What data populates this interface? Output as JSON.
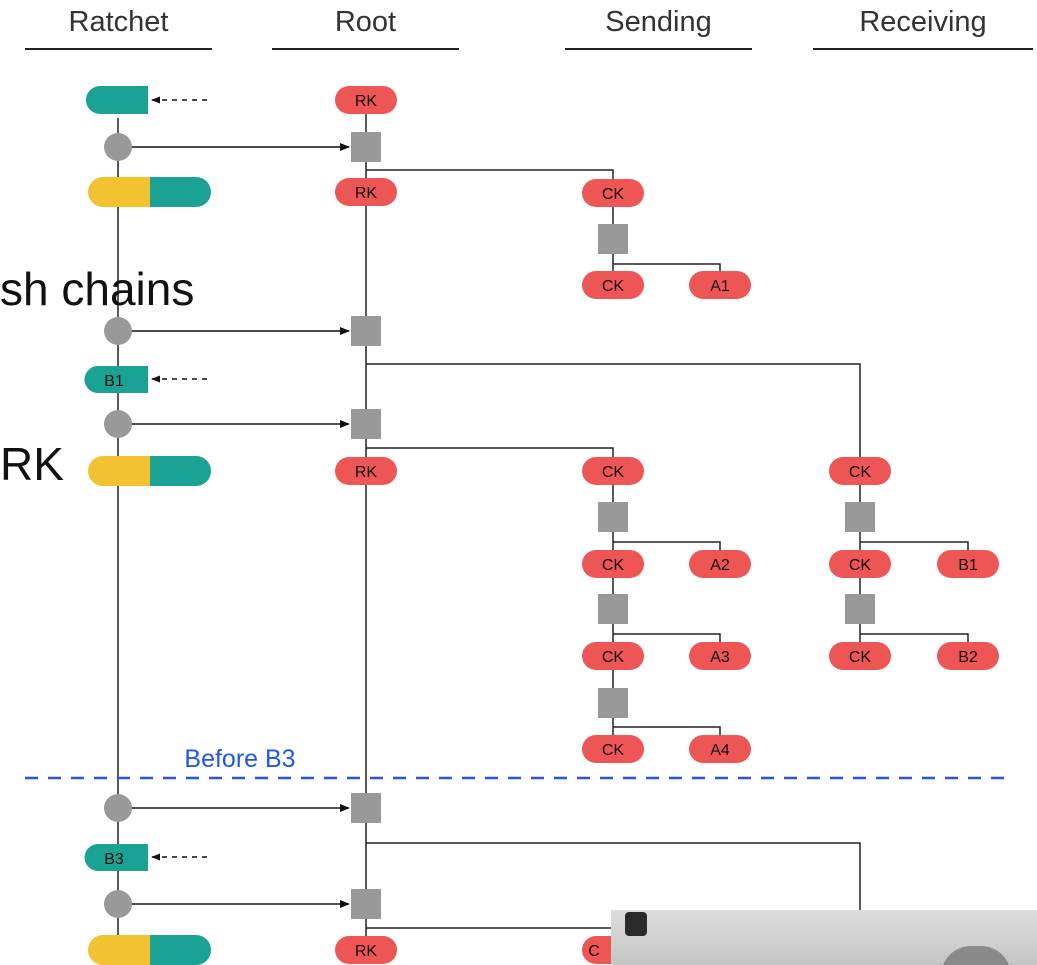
{
  "columns": {
    "ratchet": "Ratchet",
    "root": "Root",
    "sending": "Sending",
    "receiving": "Receiving"
  },
  "background_fragments": {
    "chains": "sh chains",
    "rk": "RK"
  },
  "separator_label": "Before B3",
  "keys": {
    "root": "RK",
    "chain": "CK",
    "partial_chain": "C"
  },
  "ratchet_labels": {
    "b1": "B1",
    "b3": "B3"
  },
  "message_keys": {
    "a1": "A1",
    "a2": "A2",
    "a3": "A3",
    "a4": "A4",
    "b1": "B1",
    "b2": "B2"
  },
  "colors": {
    "key_red": "#ee5555",
    "ratchet_teal": "#1aa394",
    "ratchet_yellow": "#f3c232",
    "kdf_gray": "#999999",
    "separator_blue": "#2255ee"
  }
}
